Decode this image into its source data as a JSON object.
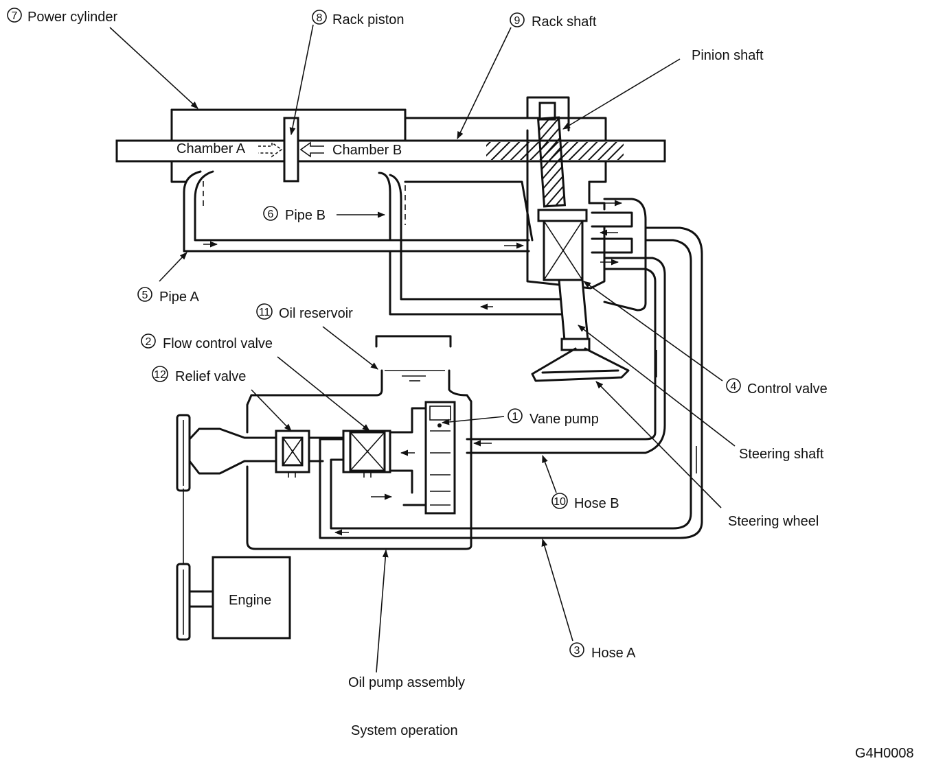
{
  "labels": {
    "power_cylinder": {
      "num": "7",
      "text": "Power cylinder"
    },
    "rack_piston": {
      "num": "8",
      "text": "Rack piston"
    },
    "rack_shaft": {
      "num": "9",
      "text": "Rack shaft"
    },
    "pinion_shaft": {
      "text": "Pinion shaft"
    },
    "chamber_a": {
      "text": "Chamber A"
    },
    "chamber_b": {
      "text": "Chamber B"
    },
    "pipe_b": {
      "num": "6",
      "text": "Pipe B"
    },
    "pipe_a": {
      "num": "5",
      "text": "Pipe A"
    },
    "oil_reservoir": {
      "num": "11",
      "text": "Oil reservoir"
    },
    "flow_control_valve": {
      "num": "2",
      "text": "Flow control valve"
    },
    "relief_valve": {
      "num": "12",
      "text": "Relief valve"
    },
    "vane_pump": {
      "num": "1",
      "text": "Vane pump"
    },
    "control_valve": {
      "num": "4",
      "text": "Control valve"
    },
    "steering_shaft": {
      "text": "Steering shaft"
    },
    "hose_b": {
      "num": "10",
      "text": "Hose B"
    },
    "steering_wheel": {
      "text": "Steering wheel"
    },
    "engine": {
      "text": "Engine"
    },
    "hose_a": {
      "num": "3",
      "text": "Hose A"
    },
    "oil_pump_assembly": {
      "text": "Oil pump assembly"
    }
  },
  "caption": "System operation",
  "figure_code": "G4H0008"
}
